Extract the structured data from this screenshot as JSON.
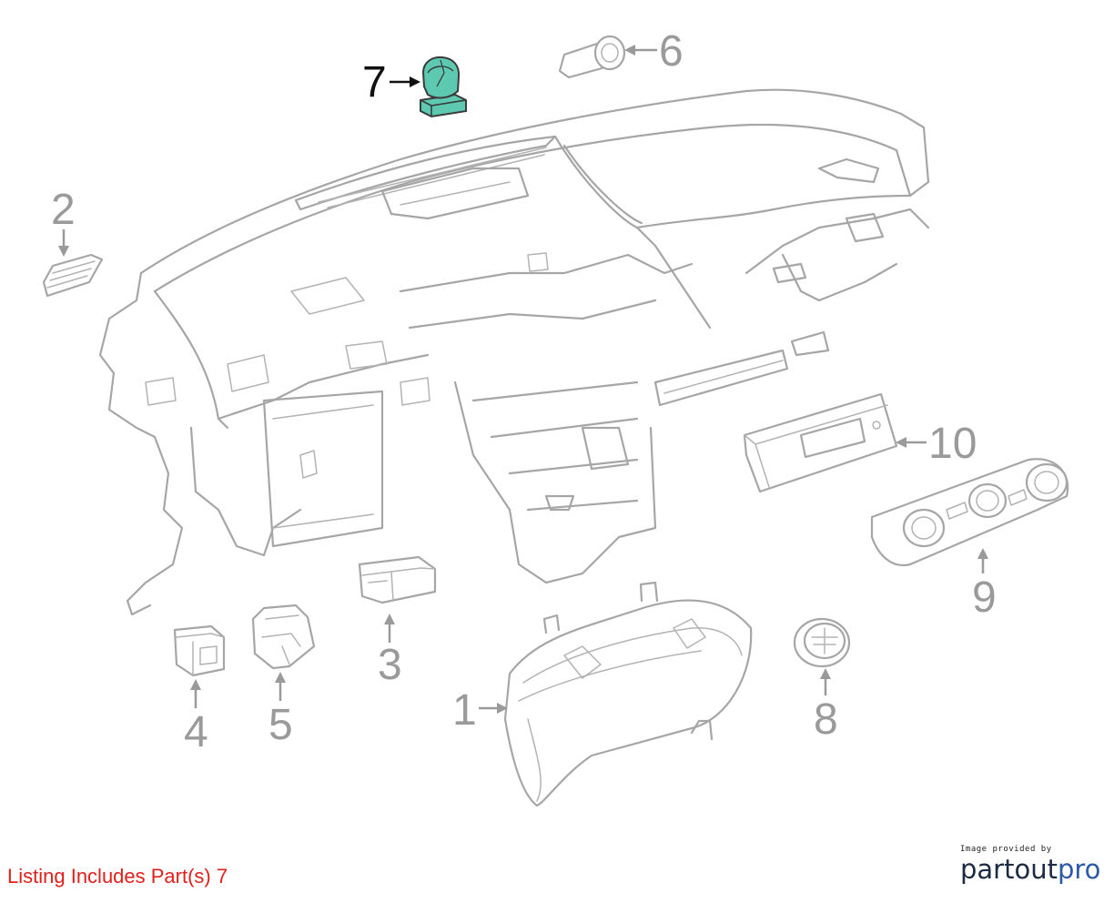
{
  "callouts": [
    {
      "number": "1",
      "highlight": false
    },
    {
      "number": "2",
      "highlight": false
    },
    {
      "number": "3",
      "highlight": false
    },
    {
      "number": "4",
      "highlight": false
    },
    {
      "number": "5",
      "highlight": false
    },
    {
      "number": "6",
      "highlight": false
    },
    {
      "number": "7",
      "highlight": true
    },
    {
      "number": "8",
      "highlight": false
    },
    {
      "number": "9",
      "highlight": false
    },
    {
      "number": "10",
      "highlight": false
    }
  ],
  "colors": {
    "highlight_part": "#5ec9b1",
    "line_art": "#a6a6a6",
    "listing_text": "#e0201a"
  },
  "listing": {
    "text": "Listing Includes Part(s) 7"
  },
  "branding": {
    "caption": "Image provided by",
    "name_part1": "partout",
    "name_part2": "pro"
  }
}
